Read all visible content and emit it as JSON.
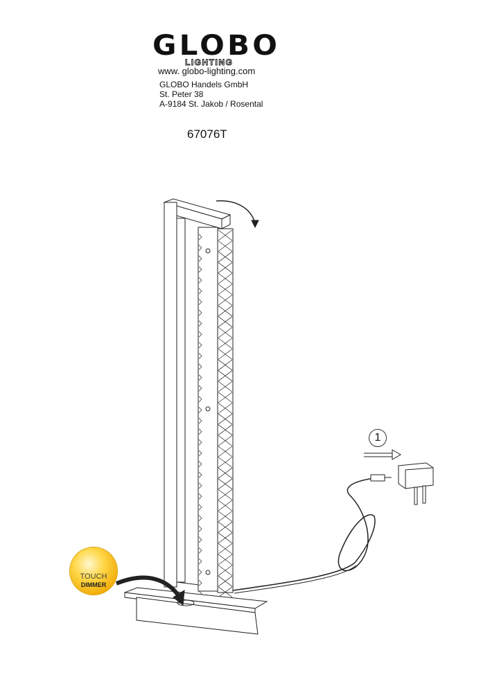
{
  "brand": {
    "logo": "GLOBO",
    "sub": "LIGHTING",
    "url": "www. globo-lighting.com"
  },
  "address": [
    "GLOBO Handels GmbH",
    "St. Peter 38",
    "A-9184 St. Jakob / Rosental"
  ],
  "model": "67076T",
  "badge": {
    "line1": "TOUCH",
    "line2": "DIMMER"
  },
  "step": "1"
}
